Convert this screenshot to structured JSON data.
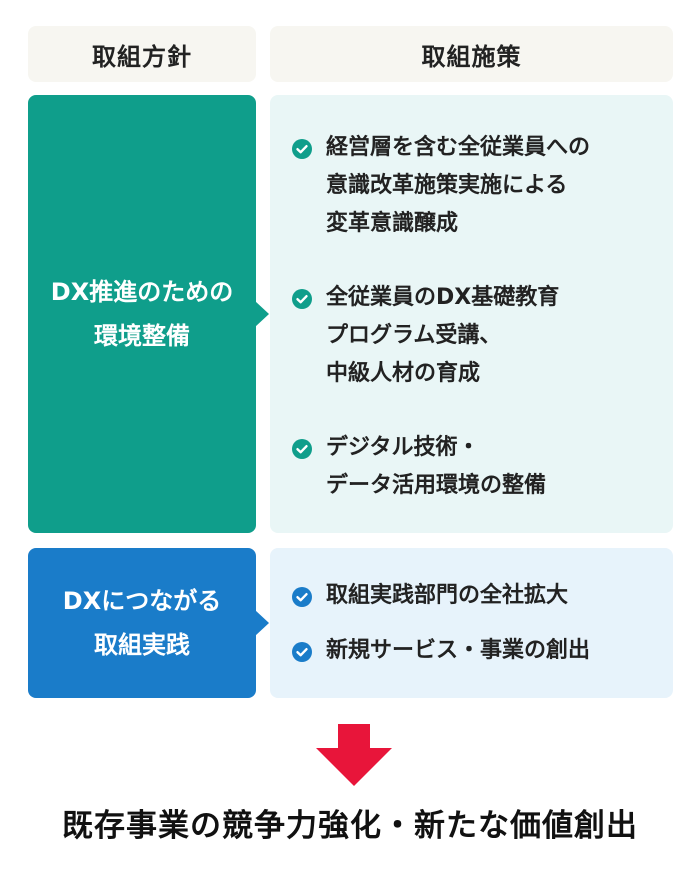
{
  "headers": {
    "policy": "取組方針",
    "measures": "取組施策"
  },
  "rows": [
    {
      "policy": "DX推進のための\n環境整備",
      "items": [
        "経営層を含む全従業員への\n意識改革施策実施による\n変革意識醸成",
        "全従業員のDX基礎教育\nプログラム受講、\n中級人材の育成",
        "デジタル技術・\nデータ活用環境の整備"
      ]
    },
    {
      "policy": "DXにつながる\n取組実践",
      "items": [
        "取組実践部門の全社拡大",
        "新規サービス・事業の創出"
      ]
    }
  ],
  "result": "既存事業の競争力強化・新たな価値創出",
  "colors": {
    "teal": "#0f9e8b",
    "blue": "#1a7cc9",
    "teal_light": "#e9f6f6",
    "blue_light": "#e7f3fb",
    "header_bg": "#f7f6f1",
    "arrow_red": "#e8153a"
  },
  "icons": {
    "item_marker": "check-circle-icon",
    "flow_arrow": "arrow-down-icon"
  }
}
